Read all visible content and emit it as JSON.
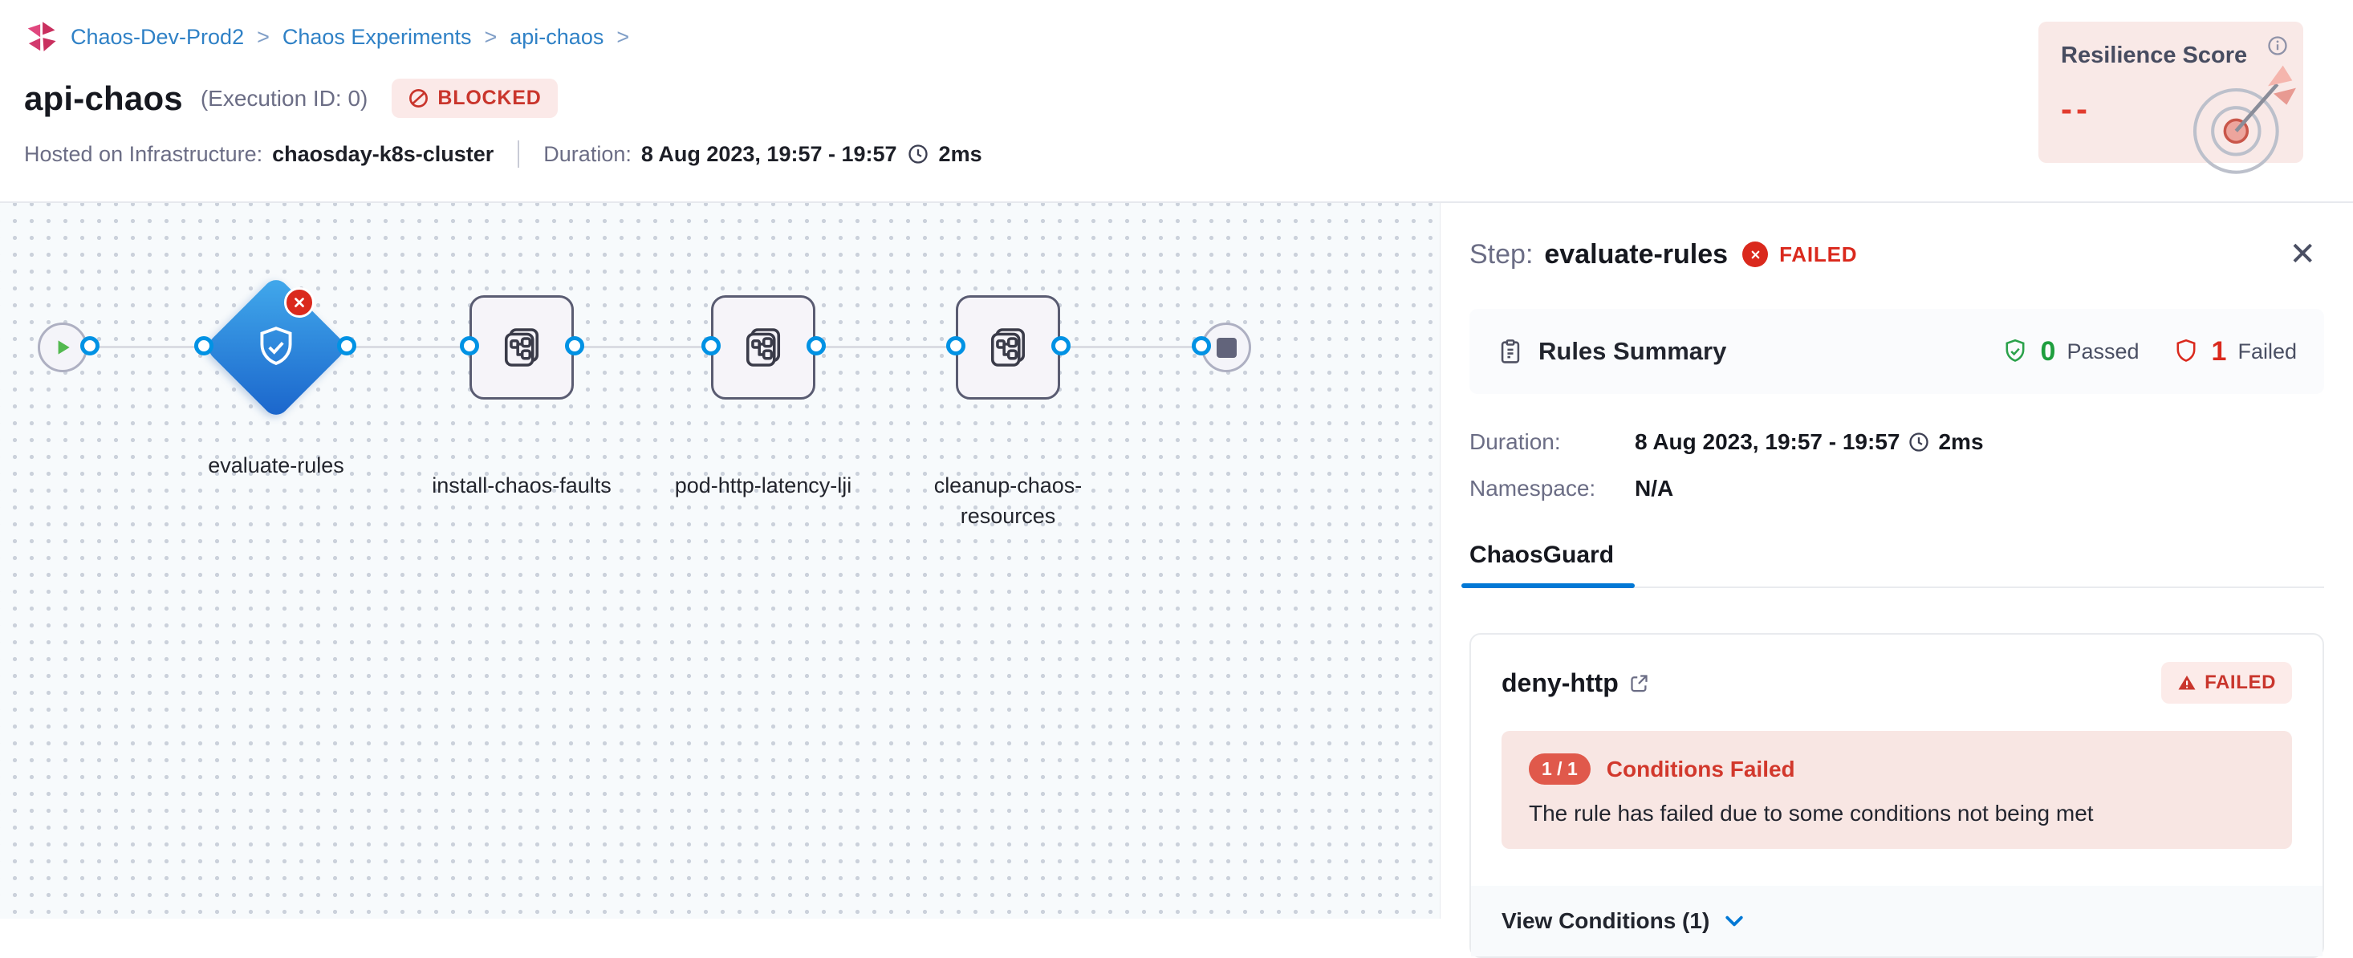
{
  "colors": {
    "accent_blue": "#0278d5",
    "link_blue": "#2f81c6",
    "failed_red": "#da291d",
    "passed_green": "#1e9e3e",
    "diamond_blue_top": "#42aaec",
    "diamond_blue_bottom": "#1a64cb",
    "resilience_card_bg": "#f9e9e7",
    "canvas_bg": "#f7fafc"
  },
  "icons": {
    "close": "✕"
  },
  "breadcrumb": {
    "separator": ">",
    "items": [
      "Chaos-Dev-Prod2",
      "Chaos Experiments",
      "api-chaos"
    ]
  },
  "header": {
    "title": "api-chaos",
    "execution_id": "(Execution ID: 0)",
    "status_badge": "BLOCKED",
    "infra_label": "Hosted on Infrastructure:",
    "infra_value": "chaosday-k8s-cluster",
    "duration_label": "Duration:",
    "duration_value": "8 Aug 2023, 19:57 - 19:57",
    "duration_ms": "2ms",
    "resilience": {
      "title": "Resilience Score",
      "value": "--"
    }
  },
  "pipeline": {
    "nodes": [
      {
        "label": "evaluate-rules",
        "type": "guard-diamond",
        "status": "failed"
      },
      {
        "label": "install-chaos-faults",
        "type": "step"
      },
      {
        "label": "pod-http-latency-lji",
        "type": "step"
      },
      {
        "label": "cleanup-chaos-resources",
        "type": "step"
      }
    ]
  },
  "panel": {
    "step_label": "Step:",
    "step_name": "evaluate-rules",
    "step_status": "FAILED",
    "rules_summary": {
      "title": "Rules Summary",
      "passed_count": "0",
      "passed_label": "Passed",
      "failed_count": "1",
      "failed_label": "Failed"
    },
    "duration_label": "Duration:",
    "duration_value": "8 Aug 2023, 19:57 - 19:57",
    "duration_ms": "2ms",
    "namespace_label": "Namespace:",
    "namespace_value": "N/A",
    "tab": "ChaosGuard",
    "rule_card": {
      "name": "deny-http",
      "status": "FAILED",
      "conditions_ratio": "1 / 1",
      "conditions_title": "Conditions Failed",
      "conditions_message": "The rule has failed due to some conditions not being met",
      "view_conditions": "View Conditions (1)"
    }
  }
}
